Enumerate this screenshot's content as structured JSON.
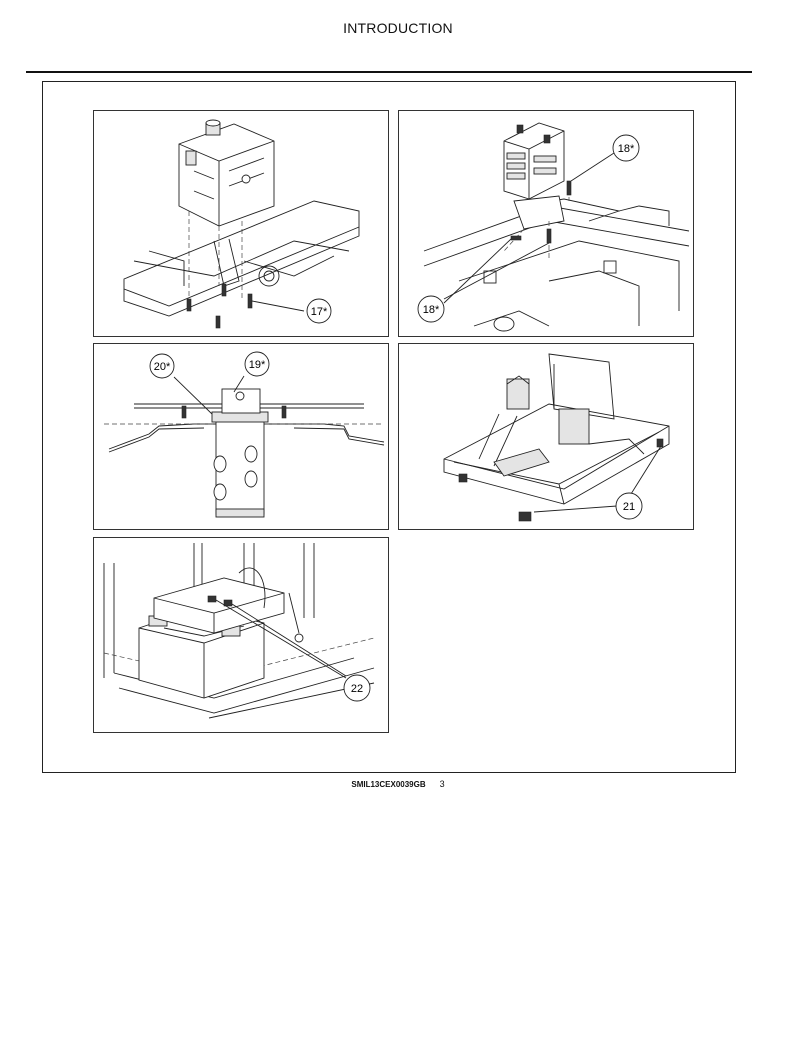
{
  "header": {
    "title": "INTRODUCTION"
  },
  "figures": [
    {
      "id": "fig-hydraulic-tank",
      "callouts": [
        "17*"
      ]
    },
    {
      "id": "fig-control-valve",
      "callouts": [
        "18*",
        "18*"
      ]
    },
    {
      "id": "fig-swivel-joint",
      "callouts": [
        "20*",
        "19*"
      ]
    },
    {
      "id": "fig-cab-floor",
      "callouts": [
        "21"
      ]
    },
    {
      "id": "fig-battery",
      "callouts": [
        "22"
      ]
    }
  ],
  "footer": {
    "code": "SMIL13CEX0039GB",
    "page": "3"
  }
}
